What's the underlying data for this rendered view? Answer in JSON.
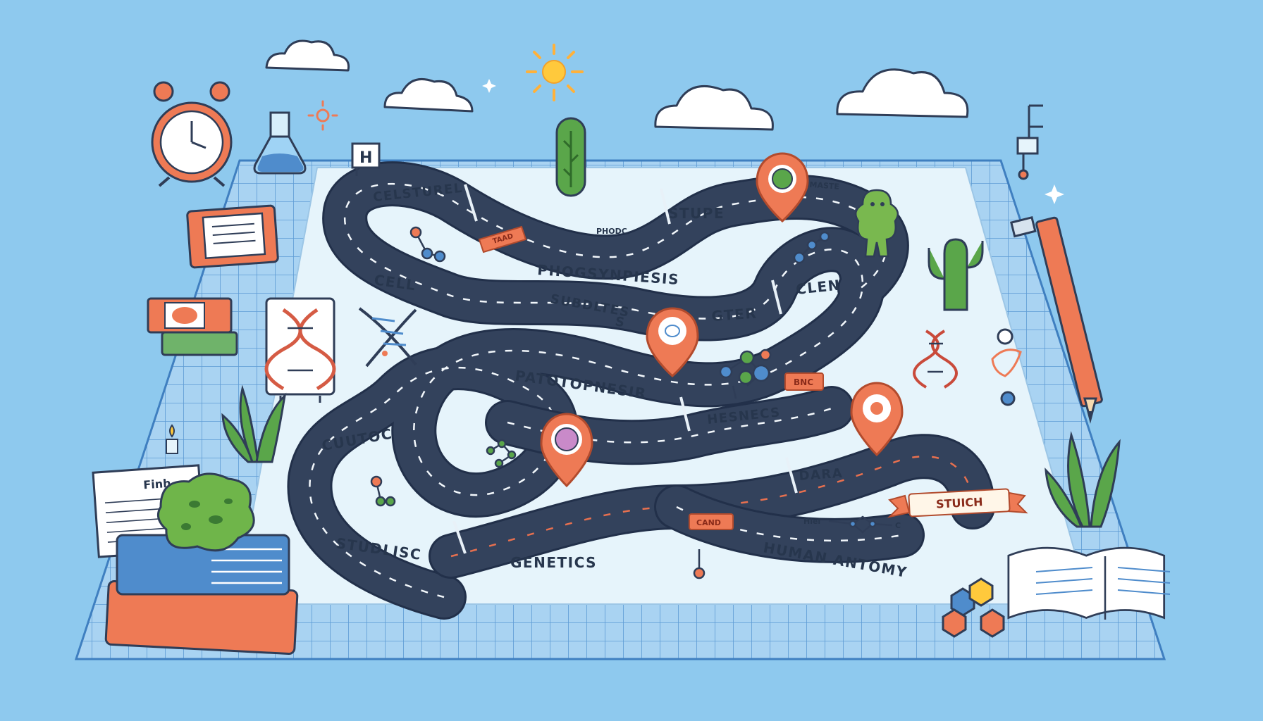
{
  "board": {
    "labels": [
      {
        "id": "cellsturel",
        "text": "CELSTUREL"
      },
      {
        "id": "stupe",
        "text": "STUPE"
      },
      {
        "id": "photomaste",
        "text": "PHOTOMMASTE"
      },
      {
        "id": "phodc",
        "text": "PHODC"
      },
      {
        "id": "phogsynpiesis",
        "text": "PHOGSYNPIESIS"
      },
      {
        "id": "cell",
        "text": "CELL"
      },
      {
        "id": "subdltes",
        "text": "SUBDLTES"
      },
      {
        "id": "s-letter",
        "text": "S"
      },
      {
        "id": "gter",
        "text": "GTER"
      },
      {
        "id": "clen",
        "text": "CLEN"
      },
      {
        "id": "patotopnesir",
        "text": "PATOTOPNESIR"
      },
      {
        "id": "hesnecs",
        "text": "HESNECS"
      },
      {
        "id": "cuutoc",
        "text": "CUUTOC"
      },
      {
        "id": "dara",
        "text": "DARA"
      },
      {
        "id": "studlisc",
        "text": "STUDLISC"
      },
      {
        "id": "genetics",
        "text": "GENETICS"
      },
      {
        "id": "human-antomy",
        "text": "HUMAN ANTOMY"
      }
    ],
    "tags": [
      {
        "id": "flag-tag",
        "text": "TAAD"
      },
      {
        "id": "bnc-tag",
        "text": "BNC"
      },
      {
        "id": "cand-tag",
        "text": "CAND"
      }
    ],
    "banner": "STUICH",
    "molecule_note_left": "Hlel",
    "molecule_note_right": "C",
    "sign_letter": "H",
    "paper_title": "Finh"
  },
  "colors": {
    "sky": "#8ec9ee",
    "board": "#e6f4fb",
    "road": "#33425c",
    "accent": "#ee7a55",
    "plant": "#5aa64a"
  },
  "icons": [
    "alarm-clock-icon",
    "flask-icon",
    "sun-icon",
    "cloud-icon",
    "map-pin-icon",
    "dna-icon",
    "plant-icon",
    "book-icon",
    "pencil-icon",
    "molecule-icon",
    "cactus-icon",
    "hexagon-icon",
    "microbe-figure-icon"
  ]
}
